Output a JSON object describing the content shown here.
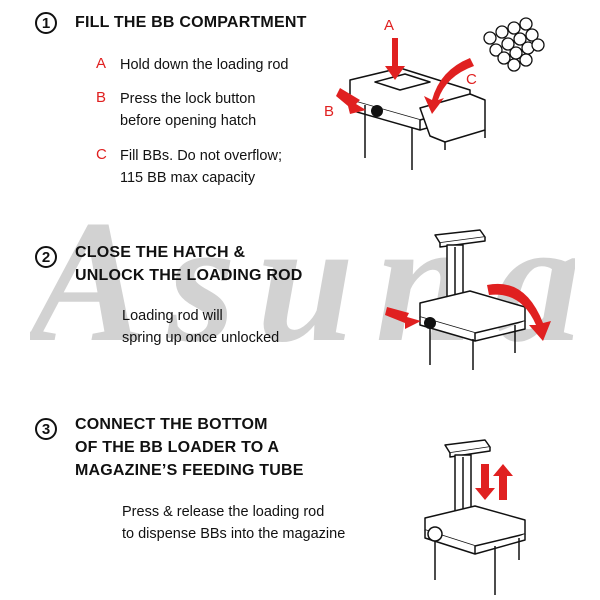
{
  "watermark": {
    "text": "Asuna"
  },
  "colors": {
    "accent": "#e02020",
    "watermark": "#cfcfcf",
    "ink": "#111111"
  },
  "step1": {
    "number": "1",
    "title": "FILL THE BB COMPARTMENT",
    "items": [
      {
        "letter": "A",
        "lines": [
          "Hold down the loading rod"
        ]
      },
      {
        "letter": "B",
        "lines": [
          "Press the lock button",
          "before opening hatch"
        ]
      },
      {
        "letter": "C",
        "lines": [
          "Fill BBs. Do not overflow;",
          "115 BB max capacity"
        ]
      }
    ],
    "callouts": [
      "A",
      "B",
      "C"
    ]
  },
  "step2": {
    "number": "2",
    "title_lines": [
      "CLOSE THE HATCH &",
      "UNLOCK THE LOADING ROD"
    ],
    "note_lines": [
      "Loading rod will",
      "spring up once unlocked"
    ]
  },
  "step3": {
    "number": "3",
    "title_lines": [
      "CONNECT THE BOTTOM",
      "OF THE BB LOADER TO A",
      "MAGAZINE’S FEEDING TUBE"
    ],
    "note_lines": [
      "Press & release the loading rod",
      "to dispense BBs into the magazine"
    ]
  }
}
